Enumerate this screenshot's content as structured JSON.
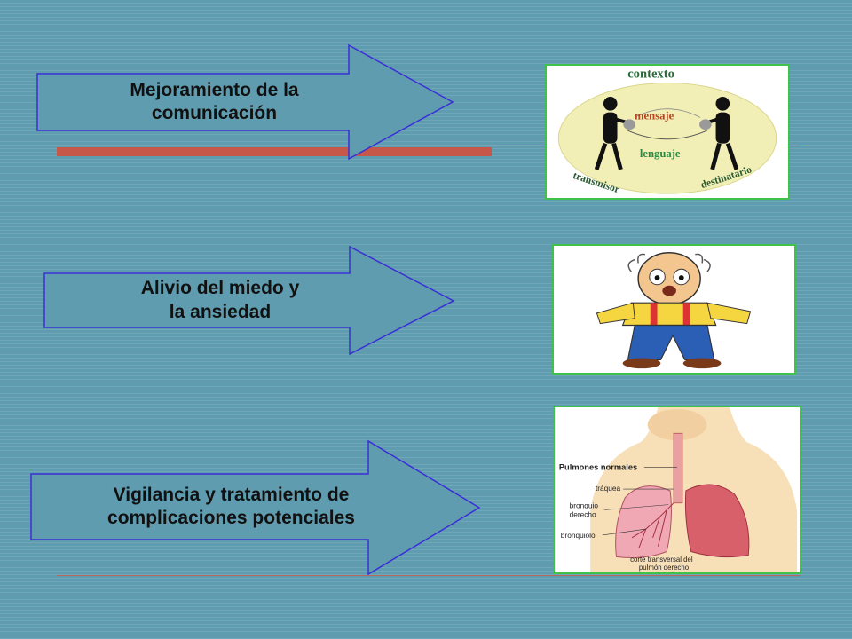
{
  "items": [
    {
      "text": "Mejoramiento de la\ncomunicación"
    },
    {
      "text": "Alivio del miedo y\nla ansiedad"
    },
    {
      "text": "Vigilancia y tratamiento de\ncomplicaciones potenciales"
    }
  ],
  "communication_image": {
    "labels": [
      "contexto",
      "mensaje",
      "lenguaje",
      "transmisor",
      "destinatario"
    ]
  },
  "anatomy_image": {
    "labels": [
      "Pulmones normales",
      "tráquea",
      "bronquio",
      "derecho",
      "bronquiolo",
      "corte transversal del",
      "pulmón derecho"
    ]
  },
  "colors": {
    "background": "#5f9cb0",
    "arrow_fill": "#5f9cb0",
    "arrow_stroke": "#3a2fd6",
    "rule": "#c6584a",
    "image_border": "#3fc24a"
  }
}
